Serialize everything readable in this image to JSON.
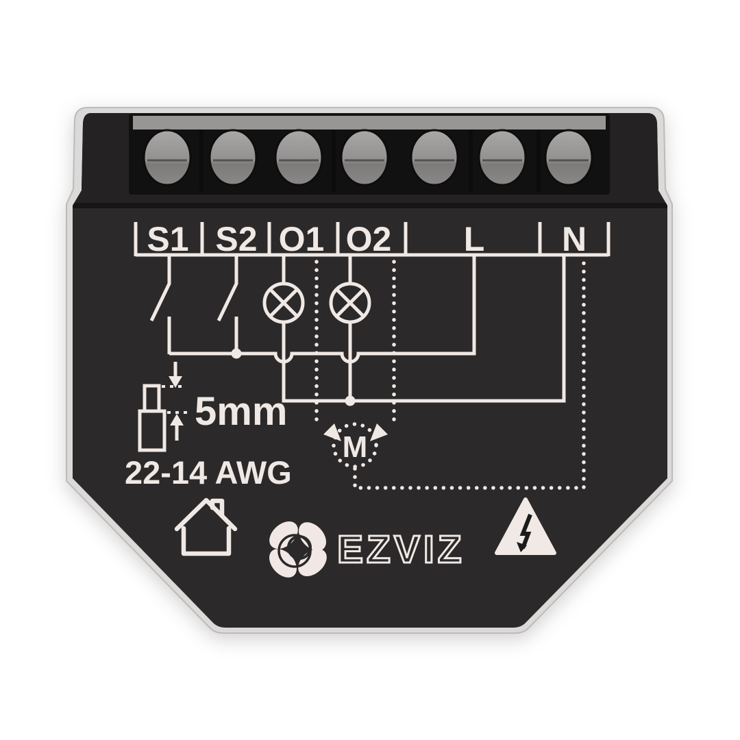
{
  "page": {
    "background_color": "#ffffff",
    "description": "Product photo of a smart relay wall module with printed wiring diagram"
  },
  "device": {
    "brand_wordmark": "EZVIZ",
    "terminal_labels": [
      "S1",
      "S2",
      "O1",
      "O2",
      "L",
      "N"
    ],
    "terminal_screw_count": 7,
    "diagram": {
      "switch_inputs": [
        "S1",
        "S2"
      ],
      "lamp_outputs": [
        "O1",
        "O2"
      ],
      "line_label": "L",
      "neutral_label": "N",
      "motor_label": "M",
      "strip_length_label": "5mm",
      "wire_gauge_label": "22-14 AWG"
    },
    "icons": [
      "house-icon",
      "ezviz-flower-icon",
      "high-voltage-warning-icon",
      "wire-strip-icon"
    ],
    "colors": {
      "body": "#2b2929",
      "upper_body": "#242222",
      "terminal_recess": "#121111",
      "terminal_strip": "#989694",
      "screw": "#9d9b99",
      "print": "#efe8e4",
      "bezel": "#dbdad9",
      "warning_triangle_fill": "#f1e9e5",
      "bolt": "#1c1b1b"
    }
  }
}
